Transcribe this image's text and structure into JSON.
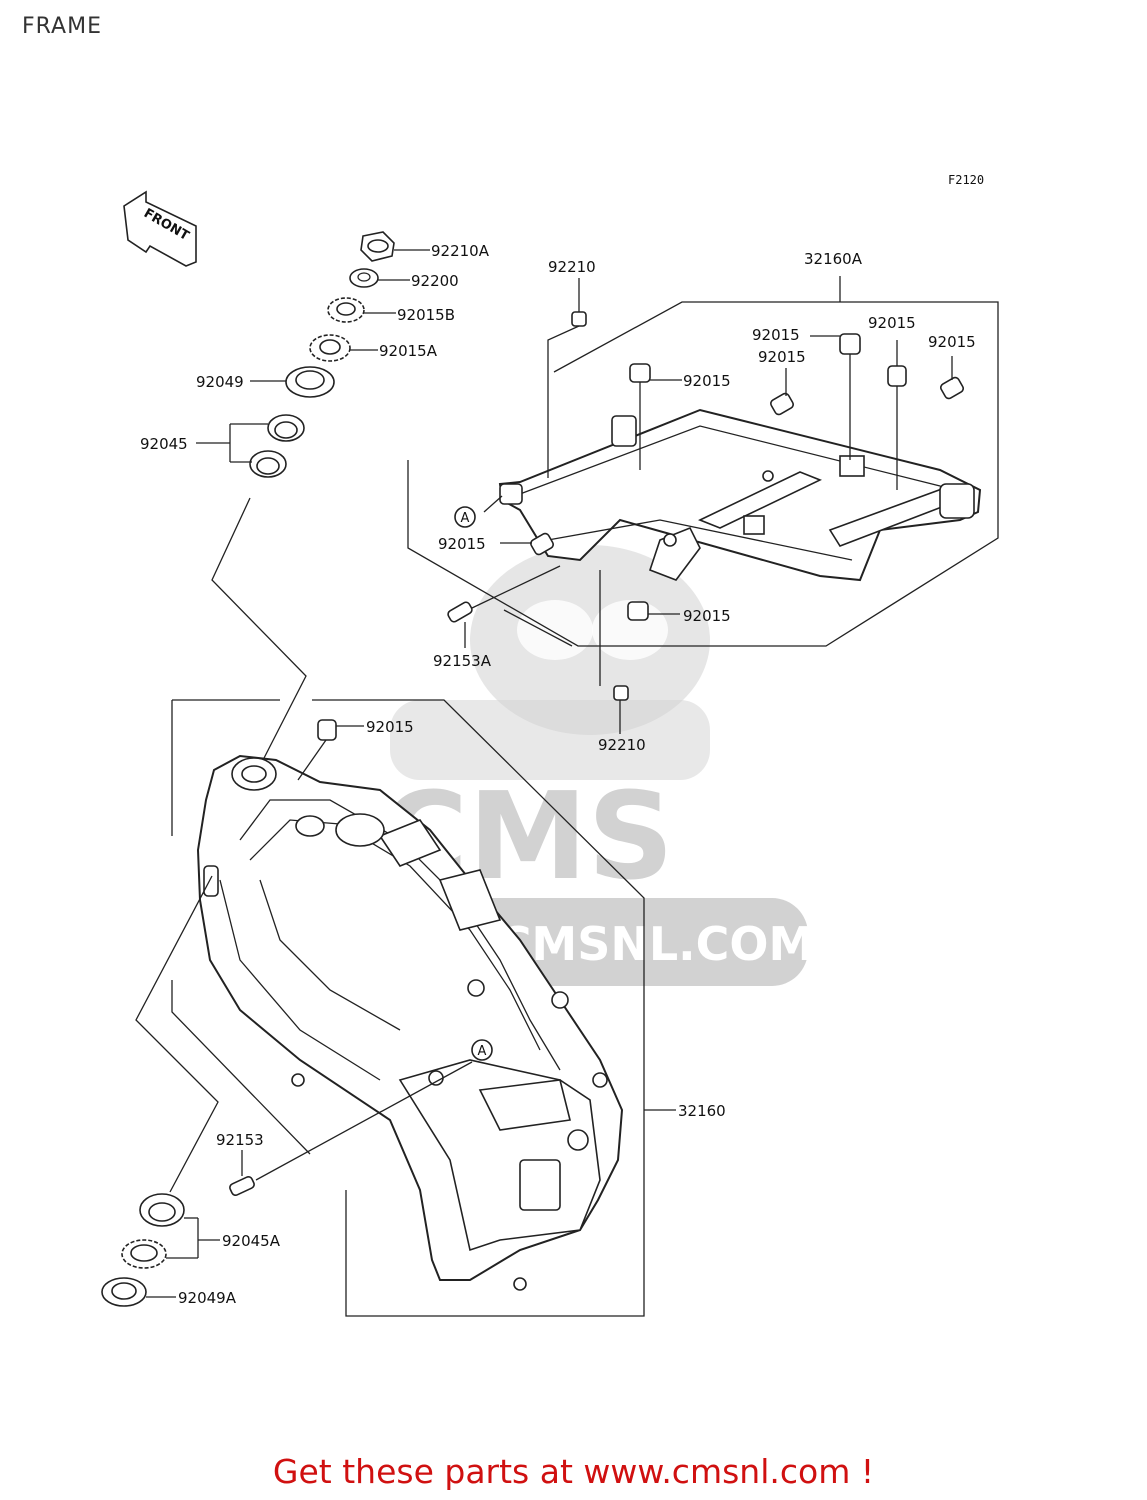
{
  "page": {
    "title": "FRAME"
  },
  "figure_code": "F2120",
  "front_label": "FRONT",
  "watermark": {
    "brand": "CMS",
    "url": "WWW.CMSNL.COM",
    "color": "#d2d2d2"
  },
  "ref_marks": {
    "a1": "A",
    "a2": "A"
  },
  "labels": {
    "p92210A": "92210A",
    "p92200": "92200",
    "p92015B": "92015B",
    "p92015A": "92015A",
    "p92049": "92049",
    "p92045": "92045",
    "p92210_top": "92210",
    "p32160A": "32160A",
    "p92015_a": "92015",
    "p92015_b": "92015",
    "p92015_c": "92015",
    "p92015_d": "92015",
    "p92015_e": "92015",
    "p92015_f": "92015",
    "p92015_g": "92015",
    "p92015_h": "92015",
    "p92153A": "92153A",
    "p92210_bot": "92210",
    "p32160": "32160",
    "p92153": "92153",
    "p92045A": "92045A",
    "p92049A": "92049A"
  },
  "footer": {
    "text": "Get these parts at www.cmsnl.com !",
    "color": "#d01010"
  }
}
